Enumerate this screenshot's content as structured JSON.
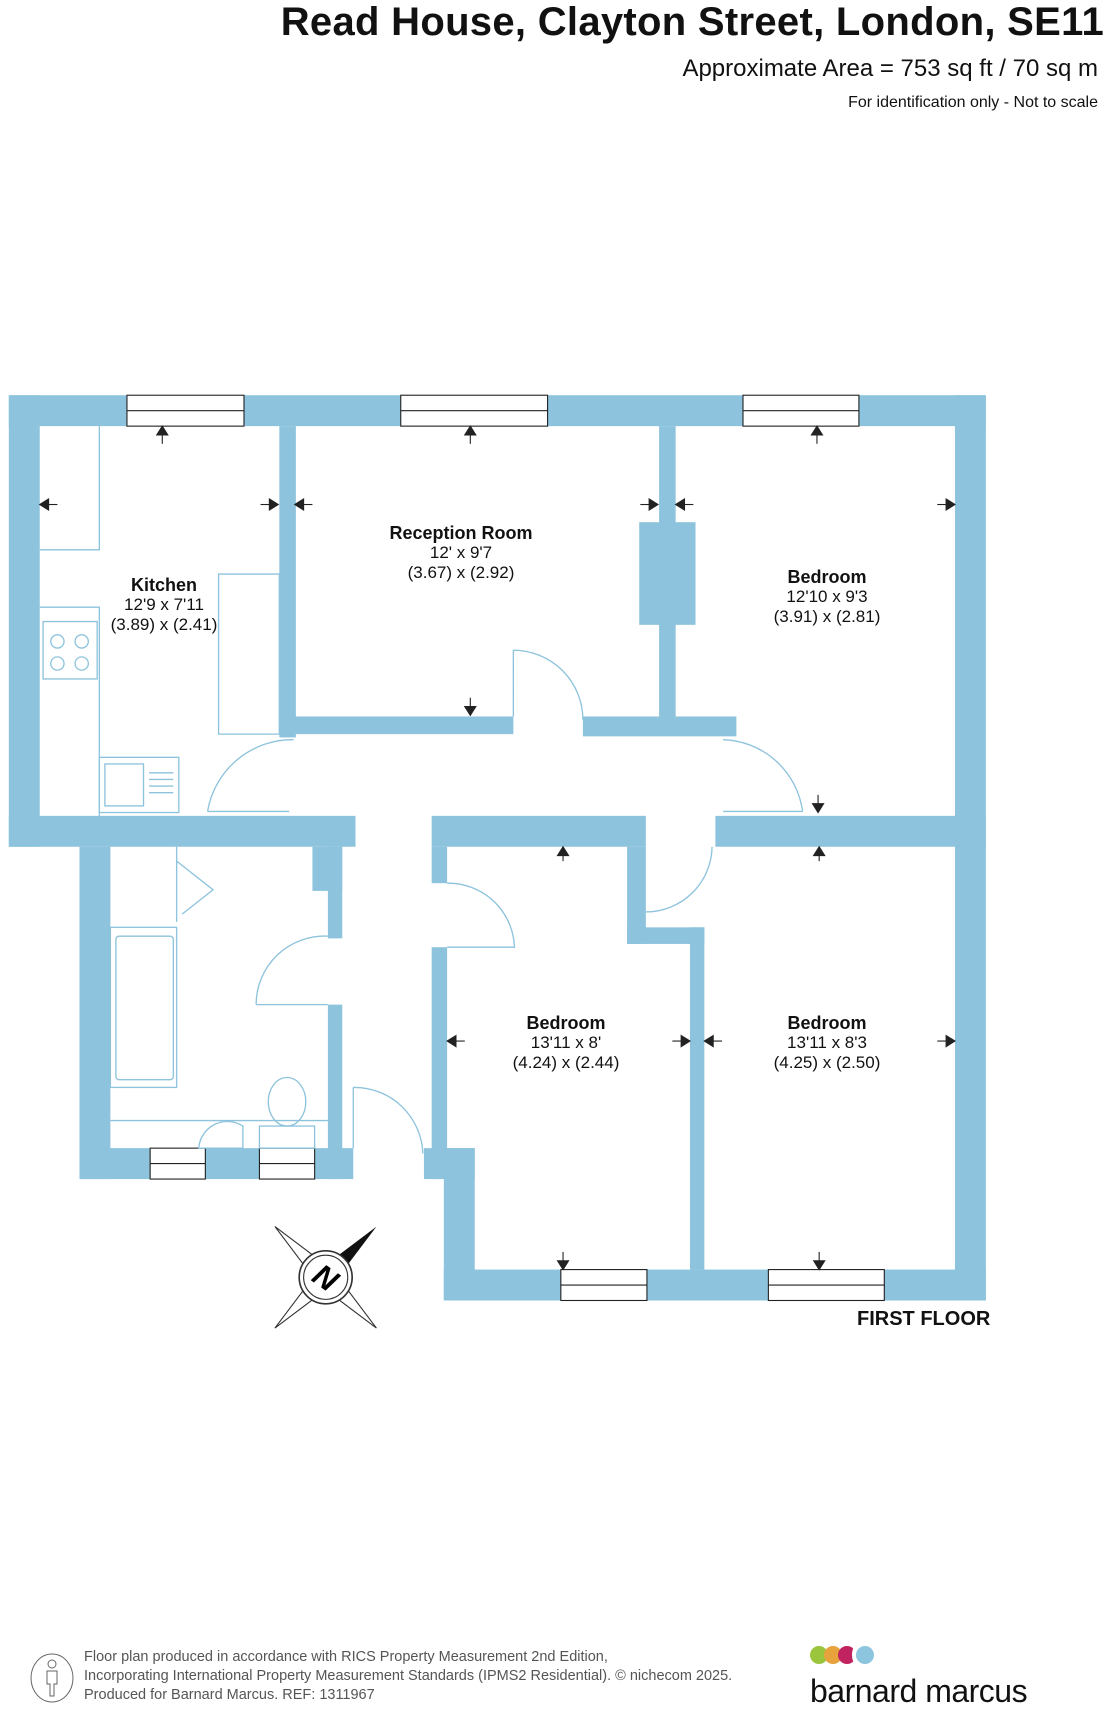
{
  "header": {
    "title": "Read House, Clayton Street, London, SE11",
    "area": "Approximate Area = 753 sq ft / 70 sq m",
    "note": "For identification only - Not to scale"
  },
  "rooms": [
    {
      "name": "Kitchen",
      "imperial": "12'9 x 7'11",
      "metric": "(3.89) x (2.41)"
    },
    {
      "name": "Reception Room",
      "imperial": "12' x 9'7",
      "metric": "(3.67) x (2.92)"
    },
    {
      "name": "Bedroom",
      "imperial": "12'10 x 9'3",
      "metric": "(3.91) x (2.81)"
    },
    {
      "name": "Bedroom",
      "imperial": "13'11 x 8'",
      "metric": "(4.24) x (2.44)"
    },
    {
      "name": "Bedroom",
      "imperial": "13'11 x 8'3",
      "metric": "(4.25) x (2.50)"
    }
  ],
  "floor_label": "FIRST FLOOR",
  "compass": "N",
  "footer": {
    "line1": "Floor plan produced in accordance with RICS Property Measurement 2nd Edition,",
    "line2": "Incorporating International Property Measurement Standards (IPMS2 Residential).   © nichecom 2025.",
    "line3": "Produced for Barnard Marcus.   REF:  1311967"
  },
  "brand": {
    "name": "barnard marcus",
    "dot_colors": [
      "#9bc53d",
      "#e8a33d",
      "#c0235f",
      "#8ec5de"
    ]
  },
  "colors": {
    "wall": "#8dc3dc",
    "line": "#8dc3dc"
  }
}
